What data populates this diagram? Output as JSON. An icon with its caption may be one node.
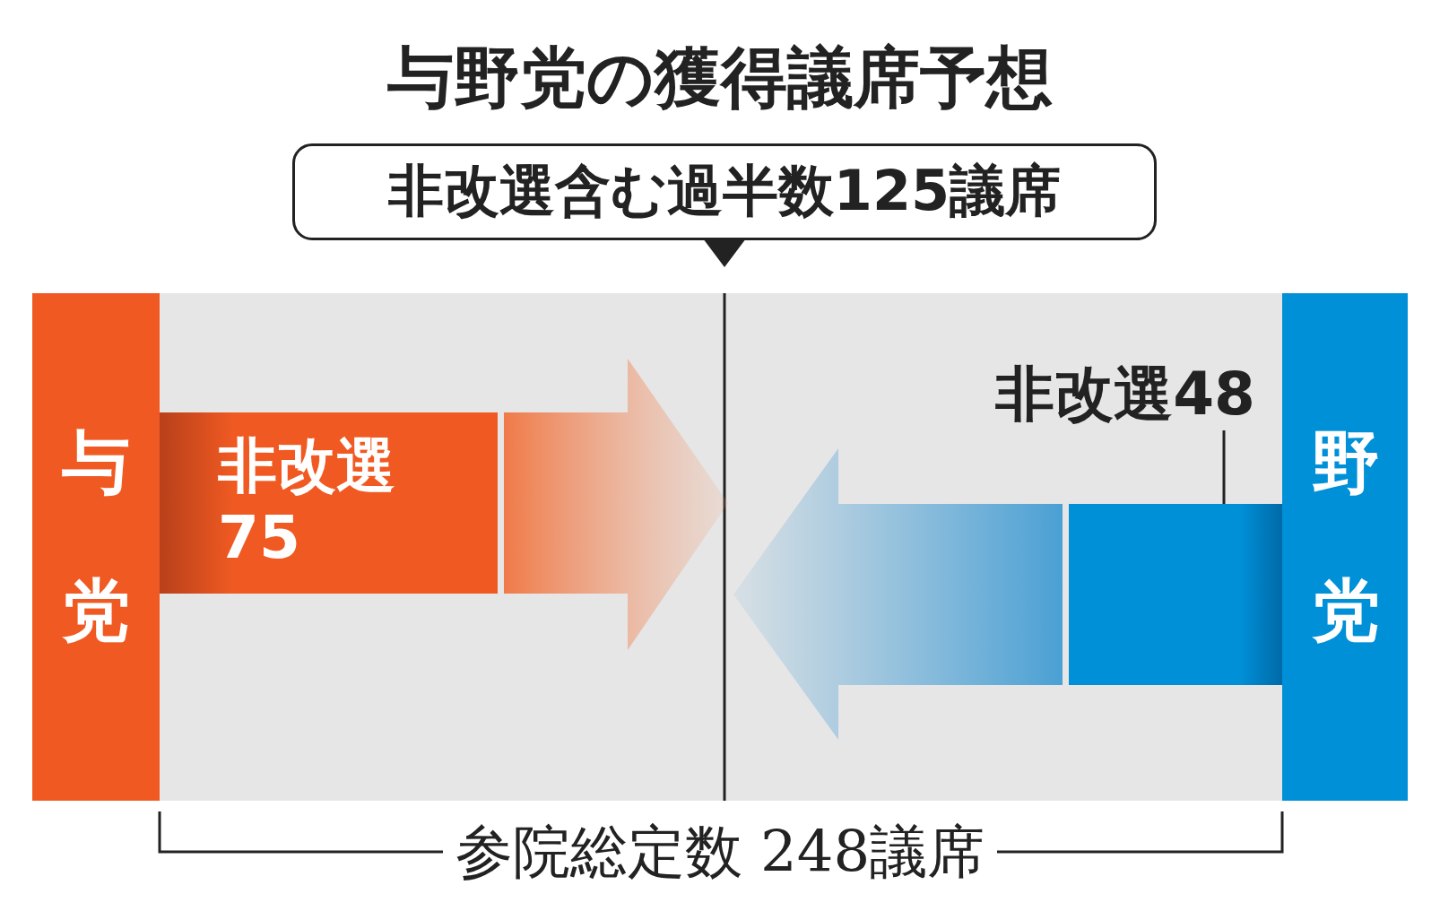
{
  "diagram": {
    "title": "与野党の獲得議席予想",
    "nodes": [
      {
        "text": [
          "非改選含む過半数125議席"
        ]
      },
      {
        "text": [
          "与党"
        ]
      },
      {
        "text": [
          "非改選 75"
        ]
      },
      {
        "text": [
          "非改選48"
        ]
      },
      {
        "text": [
          "野党"
        ]
      },
      {
        "text": [],
        "shape": "bar"
      }
    ],
    "edges": [
      {
        "from": 2,
        "to": null,
        "arrow": "to"
      },
      {
        "from": 5,
        "to": null,
        "arrow": "to"
      },
      {
        "from": 3,
        "to": 5,
        "arrow": "none"
      }
    ],
    "labels": [
      "参院総定数 248議席"
    ]
  }
}
